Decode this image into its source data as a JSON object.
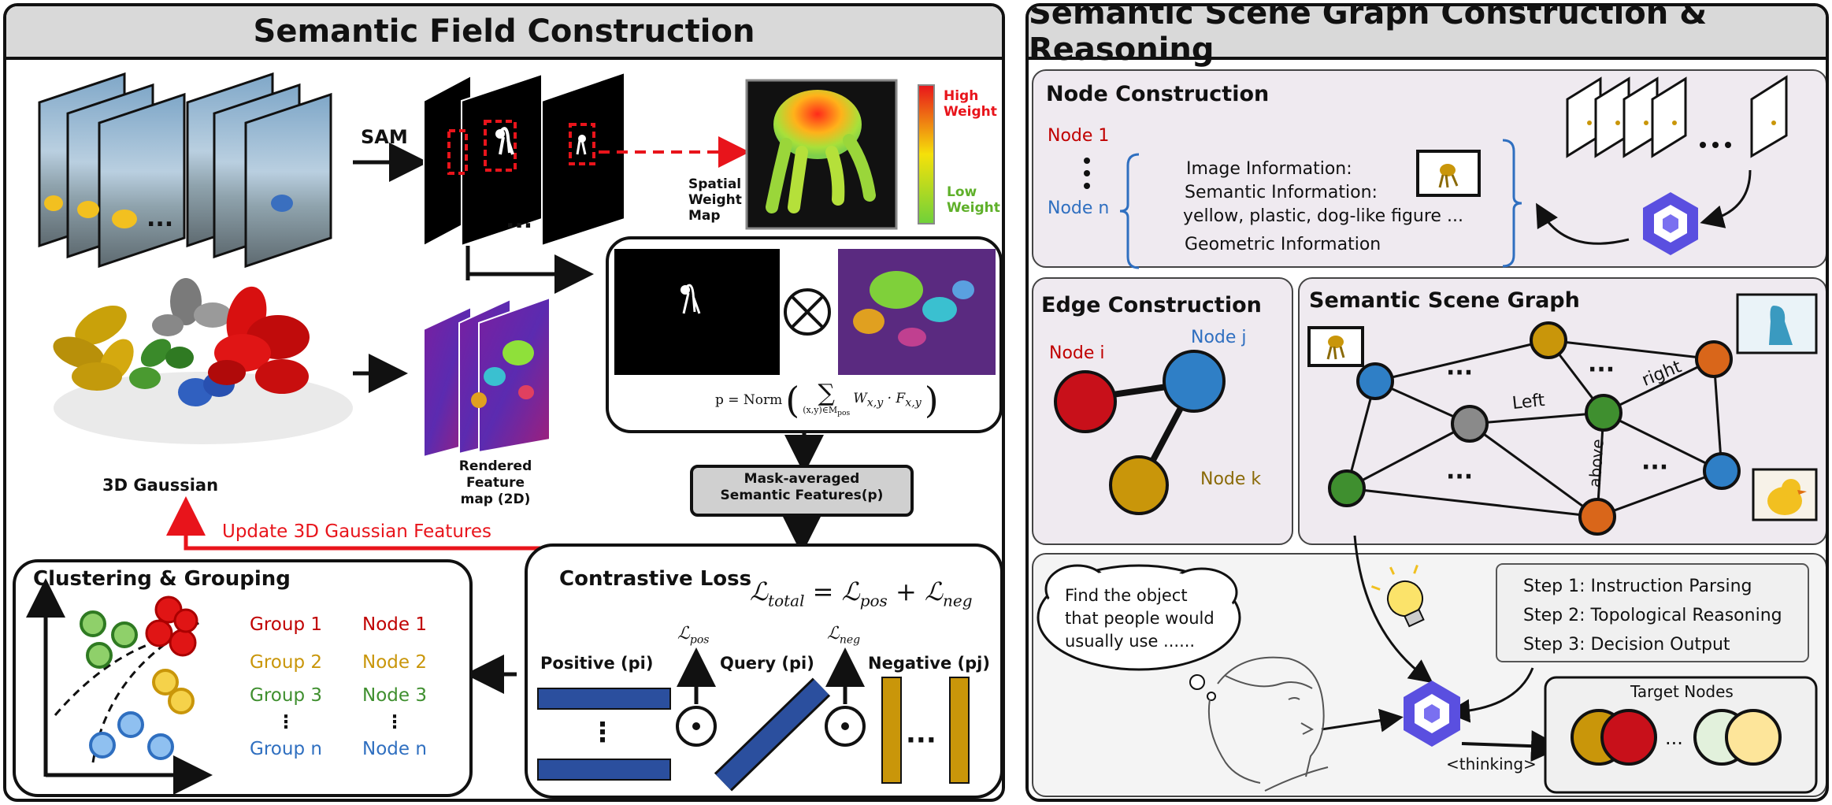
{
  "left_panel": {
    "title": "Semantic Field Construction",
    "sam_label": "SAM",
    "ellipsis": "...",
    "spatial_weight_label": [
      "Spatial",
      "Weight",
      "Map"
    ],
    "high_weight": [
      "High",
      "Weight"
    ],
    "low_weight": [
      "Low",
      "Weight"
    ],
    "gaussian_label": "3D Gaussian",
    "rendered_label": [
      "Rendered Feature",
      "map (2D)"
    ],
    "formula_p": "p = Norm",
    "formula_sum_sub": "(x,y)∈M",
    "formula_sum_sub2": "pos",
    "formula_terms": "W",
    "formula_terms_sub": "x,y",
    "formula_dot": "· F",
    "formula_f_sub": "x,y",
    "mask_avg": [
      "Mask-averaged",
      "Semantic Features(p)"
    ],
    "update_label": "Update 3D Gaussian Features",
    "clustering_title": "Clustering & Grouping",
    "groups": [
      "Group 1",
      "Group 2",
      "Group 3",
      "Group n"
    ],
    "nodes": [
      "Node 1",
      "Node 2",
      "Node 3",
      "Node n"
    ],
    "contrastive_title": "Contrastive Loss",
    "loss_formula": "ℒtotal = ℒpos + ℒneg",
    "loss_total": "ℒ",
    "loss_total_sub": "total",
    "loss_eq": " = ℒ",
    "loss_pos_sub": "pos",
    "loss_plus": " + ℒ",
    "loss_neg_sub": "neg",
    "positive_label": "Positive (pi)",
    "query_label": "Query (pi)",
    "negative_label": "Negative (pj)",
    "l_pos": "ℒ",
    "l_pos_sub": "pos",
    "l_neg": "ℒ",
    "l_neg_sub": "neg",
    "vdots": "⋮",
    "hdots": "···"
  },
  "right_panel": {
    "title": "Semantic Scene Graph Construction & Reasoning",
    "node_construction": {
      "title": "Node Construction",
      "node_1": "Node 1",
      "node_n": "Node n",
      "image_info": "Image Information:",
      "semantic_info": "Semantic  Information:",
      "semantic_value": "yellow, plastic, dog-like figure ...",
      "geometric_info": "Geometric Information"
    },
    "edge_construction": {
      "title": "Edge Construction",
      "node_i": "Node i",
      "node_j": "Node j",
      "node_k": "Node k"
    },
    "scene_graph": {
      "title": "Semantic Scene Graph",
      "edge_left": "Left",
      "edge_right": "right",
      "edge_above": "above"
    },
    "reasoning": {
      "speech": [
        "Find the object",
        "that people would",
        "usually use ......"
      ],
      "steps": [
        "Step 1: Instruction Parsing",
        "Step 2: Topological Reasoning",
        "Step 3: Decision Output"
      ],
      "target_title": "Target Nodes",
      "thinking": "<thinking>"
    }
  },
  "colors": {
    "red": "#d0021b",
    "node_red": "#c8101a",
    "blue": "#2f7fc6",
    "green": "#3f8f2f",
    "gold": "#c9960a",
    "orange": "#d9661a",
    "gray": "#8a8a8a",
    "text_red": "#c00000",
    "text_gold": "#c9960a",
    "text_green": "#3f8f2f",
    "text_blue": "#2f6fc0",
    "bar_blue": "#2b4f9e",
    "bar_gold": "#c9960a"
  }
}
